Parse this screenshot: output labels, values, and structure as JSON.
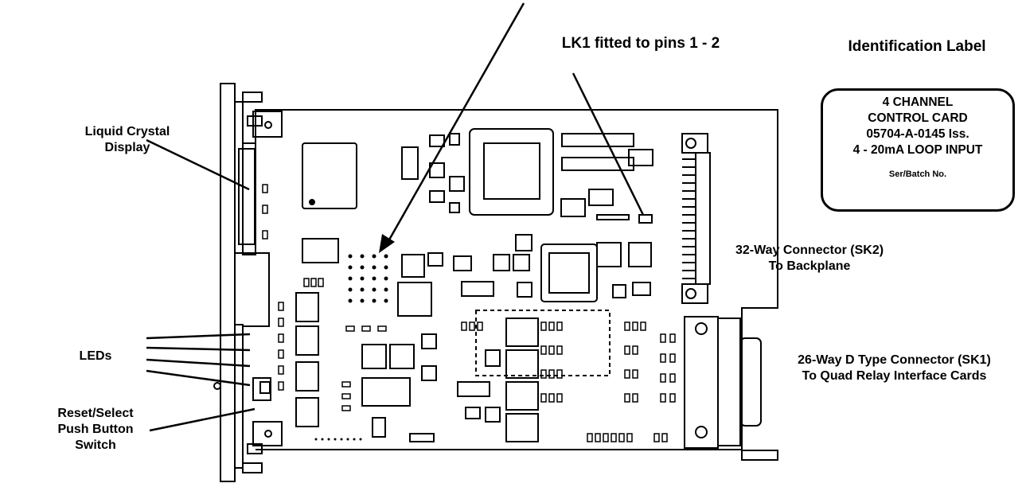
{
  "callouts": {
    "lk1": "LK1 fitted to pins 1 - 2",
    "id_label_heading": "Identification Label",
    "lcd": [
      "Liquid Crystal",
      "Display"
    ],
    "leds": "LEDs",
    "reset": [
      "Reset/Select",
      "Push Button",
      "Switch"
    ],
    "sk2": [
      "32-Way Connector (SK2)",
      "To Backplane"
    ],
    "sk1": [
      "26-Way D Type Connector (SK1)",
      "To Quad Relay Interface Cards"
    ]
  },
  "id_label": {
    "lines": [
      "4 CHANNEL",
      "CONTROL CARD",
      "05704-A-0145   Iss.",
      "4 - 20mA LOOP INPUT"
    ],
    "ser": "Ser/Batch No."
  }
}
